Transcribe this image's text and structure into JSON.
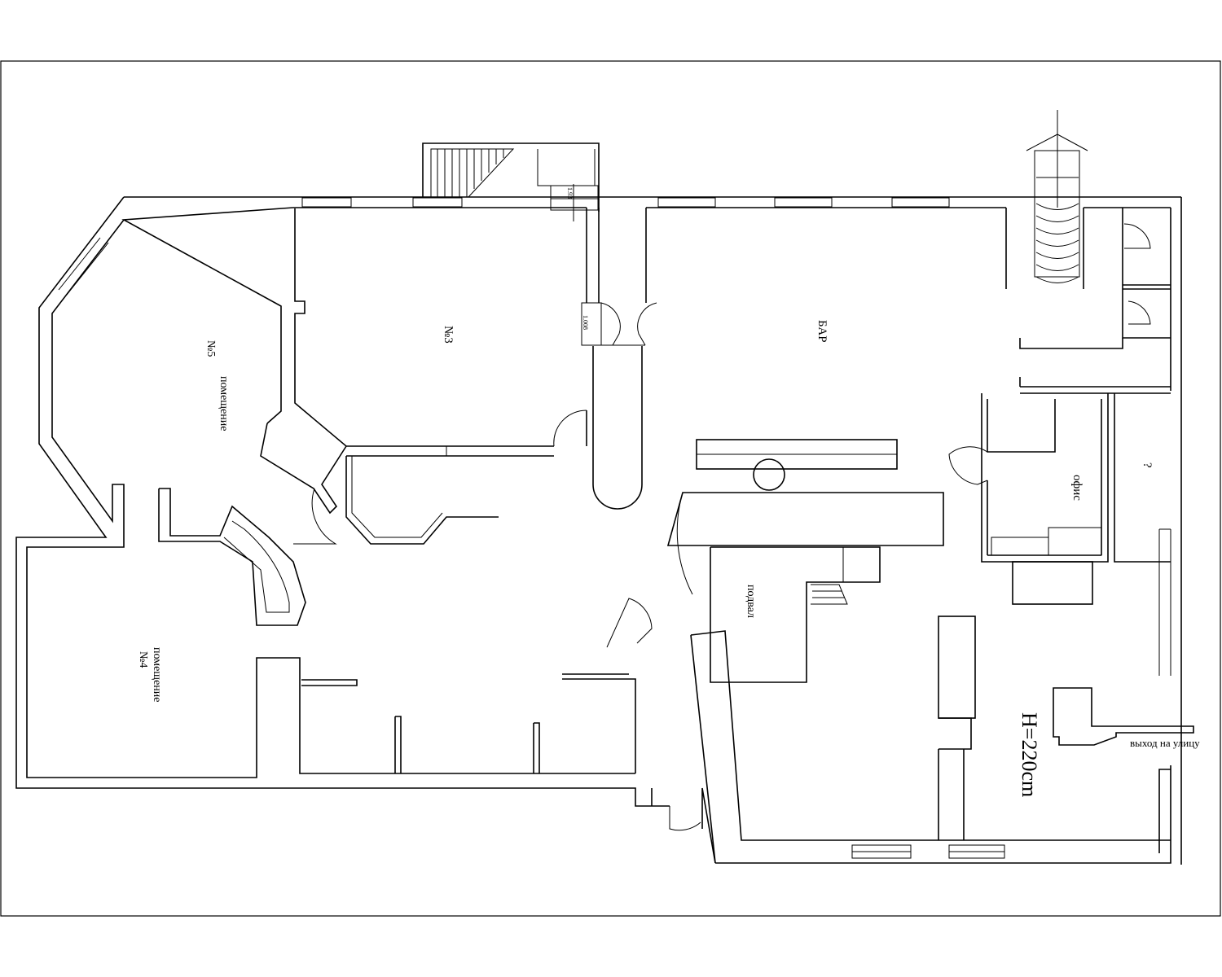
{
  "rooms": {
    "room5_line1": "помещение",
    "room5_line2": "№5",
    "room3": "№3",
    "bar": "БАР",
    "office": "офис",
    "unknown": "?",
    "room4_line1": "помещение",
    "room4_line2": "№4",
    "basement": "подвал"
  },
  "annotations": {
    "ceiling_height": "H=220cm",
    "street_exit": "выход на улицу",
    "door_dim_1": "1.008",
    "door_dim_2": "1.93"
  }
}
